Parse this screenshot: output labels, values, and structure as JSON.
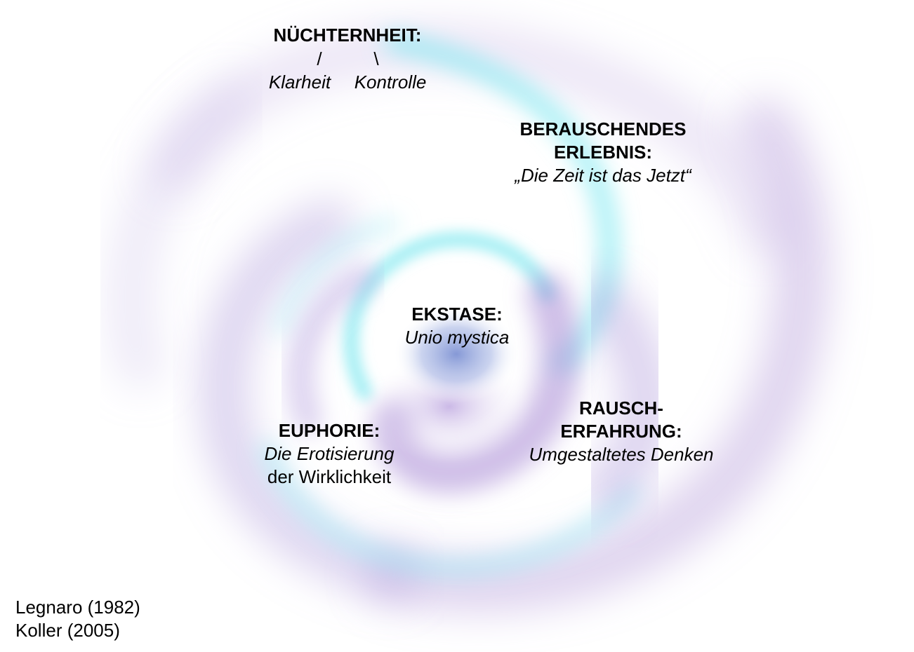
{
  "colors": {
    "swirl_cyan": "#7fe8f0",
    "swirl_lavender": "#b9a0dc",
    "swirl_violet": "#a88ad6",
    "swirl_core_blue": "#7f93d4",
    "text": "#000000",
    "background": "#ffffff"
  },
  "nuechternheit": {
    "title": "NÜCHTERNHEIT:",
    "slash_left": "/",
    "slash_right": "\\",
    "item_left": "Klarheit",
    "item_right": "Kontrolle"
  },
  "berauschendes": {
    "title_line1": "BERAUSCHENDES",
    "title_line2": "ERLEBNIS:",
    "subtitle": "„Die Zeit ist das Jetzt“"
  },
  "ekstase": {
    "title": "EKSTASE:",
    "subtitle": "Unio mystica"
  },
  "rausch": {
    "title_line1": "RAUSCH-",
    "title_line2": "ERFAHRUNG:",
    "subtitle": "Umgestaltetes Denken"
  },
  "euphorie": {
    "title": "EUPHORIE:",
    "subtitle_line1": "Die Erotisierung",
    "subtitle_line2": "der Wirklichkeit"
  },
  "credits": {
    "line1": "Legnaro (1982)",
    "line2": "Koller (2005)"
  }
}
